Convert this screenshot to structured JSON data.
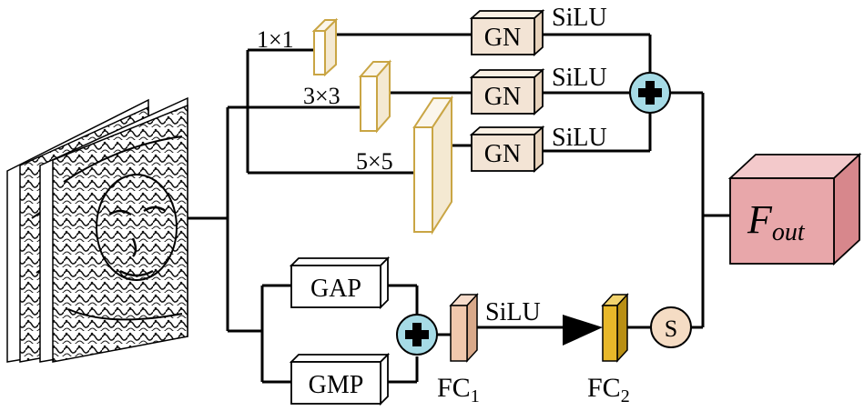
{
  "conv_branches": [
    {
      "kernel": "1×1",
      "norm": "GN",
      "act": "SiLU"
    },
    {
      "kernel": "3×3",
      "norm": "GN",
      "act": "SiLU"
    },
    {
      "kernel": "5×5",
      "norm": "GN",
      "act": "SiLU"
    }
  ],
  "pool_branch": {
    "gap": "GAP",
    "gmp": "GMP",
    "fc1": {
      "base": "FC",
      "sub": "1"
    },
    "act": "SiLU",
    "fc2": {
      "base": "FC",
      "sub": "2"
    },
    "sigmoid": "S"
  },
  "output": {
    "base": "F",
    "sub": "out"
  },
  "colors": {
    "conv_block_stroke": "#c9a544",
    "gn_fill": "#f3e4d5",
    "fc1_fill": "#f1c8ad",
    "fc2_fill": "#e8b82a",
    "sigmoid_fill": "#f5dcc4",
    "add_fill": "#a6dbe6",
    "output_fill": "#e8a7aa"
  },
  "icons": {
    "add": "plus-circle-icon",
    "input": "feature-map-image-icon"
  }
}
